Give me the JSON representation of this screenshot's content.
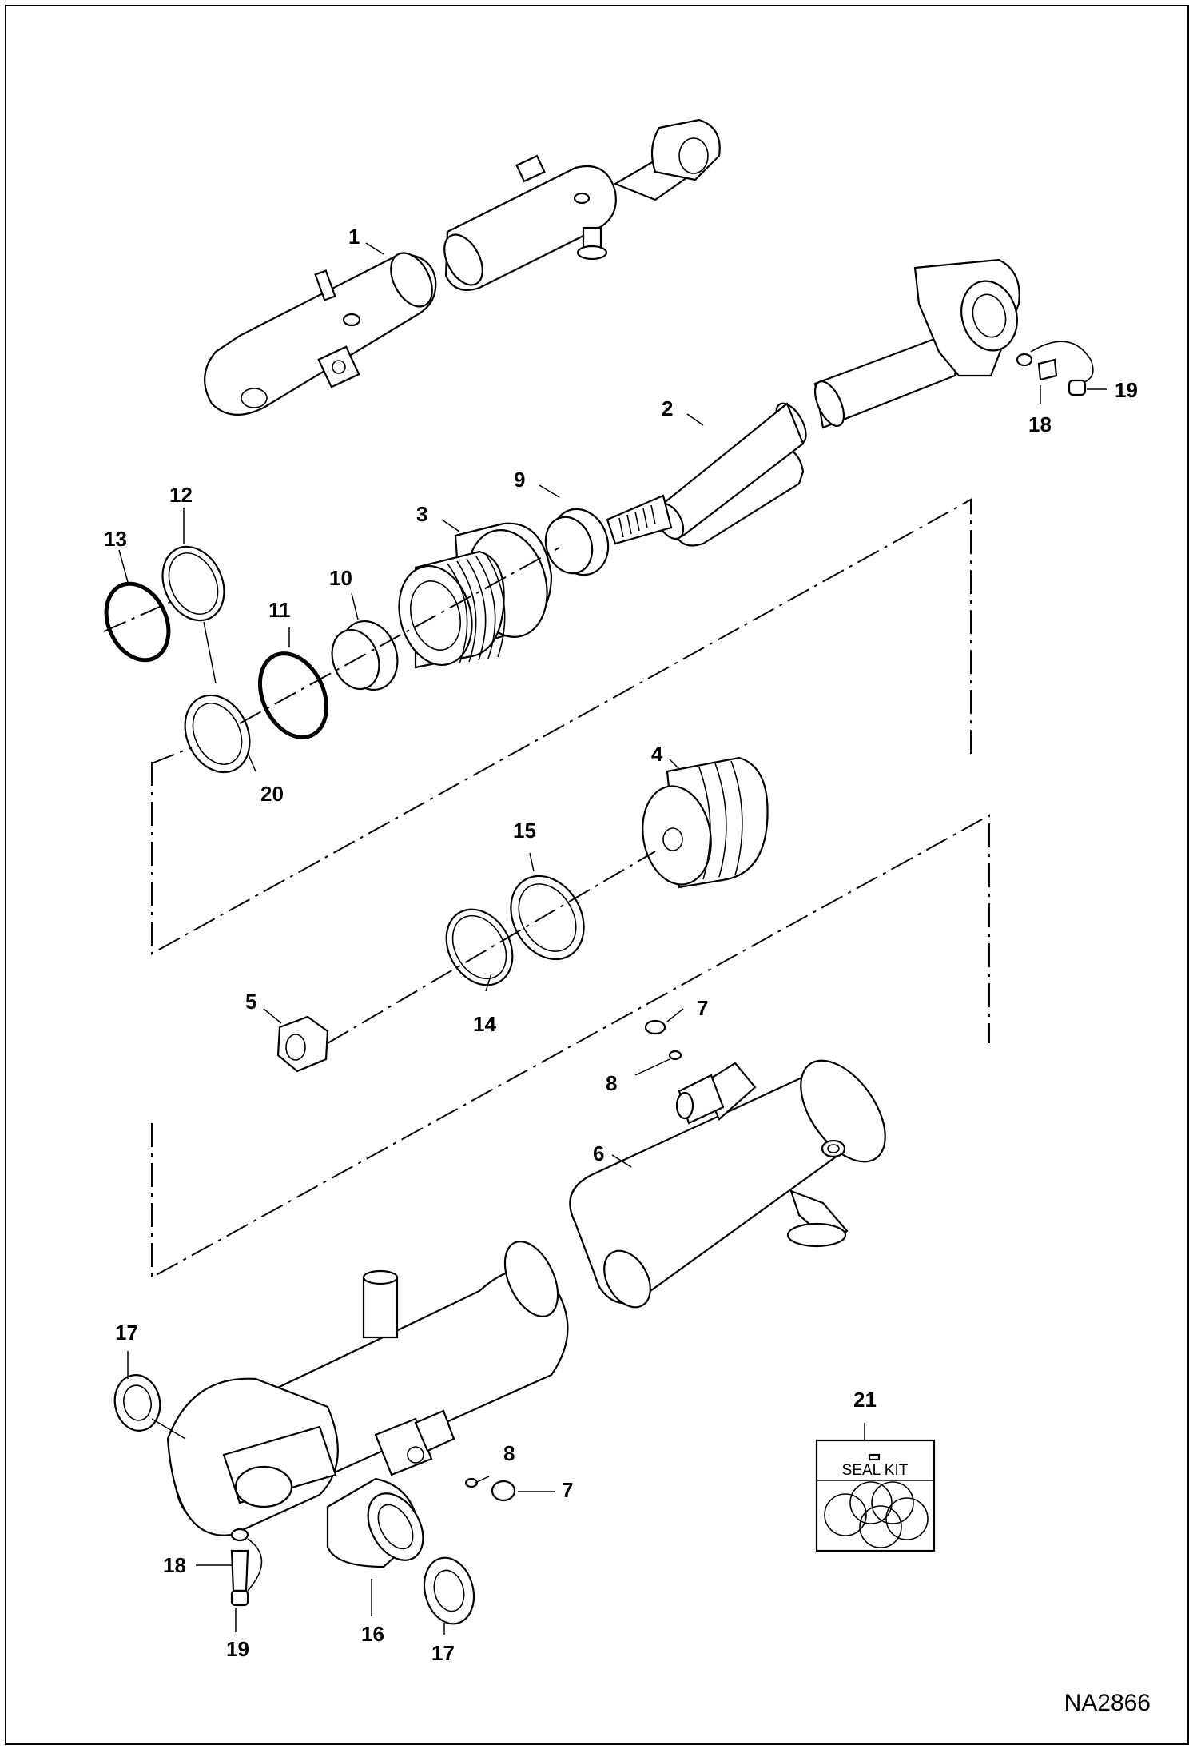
{
  "drawing_code": "NA2866",
  "seal_kit": {
    "label": "SEAL KIT",
    "number": "21"
  },
  "callouts": [
    {
      "id": "c1",
      "text": "1"
    },
    {
      "id": "c2",
      "text": "2"
    },
    {
      "id": "c3",
      "text": "3"
    },
    {
      "id": "c4",
      "text": "4"
    },
    {
      "id": "c5",
      "text": "5"
    },
    {
      "id": "c6",
      "text": "6"
    },
    {
      "id": "c7a",
      "text": "7"
    },
    {
      "id": "c7b",
      "text": "7"
    },
    {
      "id": "c8a",
      "text": "8"
    },
    {
      "id": "c8b",
      "text": "8"
    },
    {
      "id": "c9",
      "text": "9"
    },
    {
      "id": "c10",
      "text": "10"
    },
    {
      "id": "c11",
      "text": "11"
    },
    {
      "id": "c12",
      "text": "12"
    },
    {
      "id": "c13",
      "text": "13"
    },
    {
      "id": "c14",
      "text": "14"
    },
    {
      "id": "c15",
      "text": "15"
    },
    {
      "id": "c16",
      "text": "16"
    },
    {
      "id": "c17a",
      "text": "17"
    },
    {
      "id": "c17b",
      "text": "17"
    },
    {
      "id": "c18a",
      "text": "18"
    },
    {
      "id": "c18b",
      "text": "18"
    },
    {
      "id": "c19a",
      "text": "19"
    },
    {
      "id": "c19b",
      "text": "19"
    },
    {
      "id": "c20",
      "text": "20"
    }
  ]
}
